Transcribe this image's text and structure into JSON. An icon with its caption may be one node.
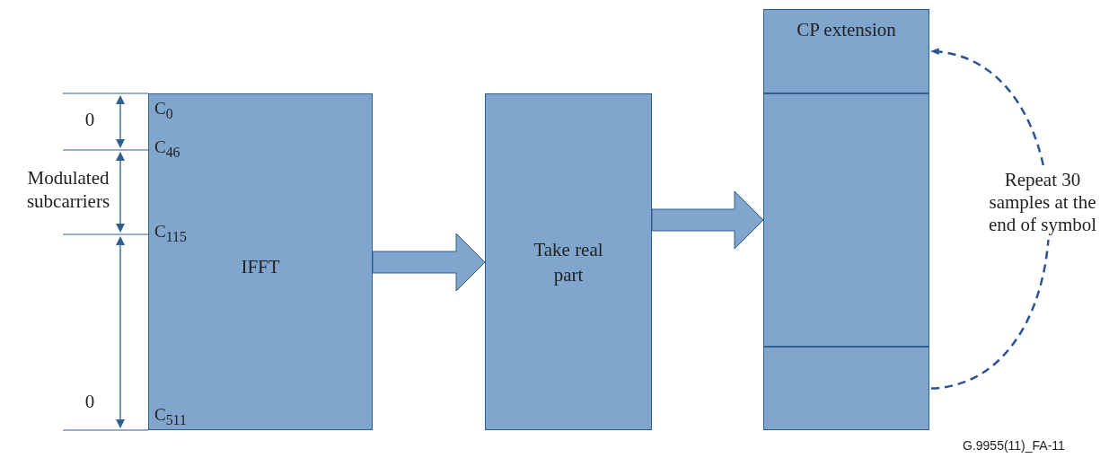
{
  "diagram": {
    "nodes": [
      {
        "text": [
          "IFFT"
        ]
      },
      {
        "text": [
          "Take real part"
        ]
      },
      {
        "text": [
          "CP extension"
        ]
      },
      {
        "text": [],
        "shape": "box"
      },
      {
        "text": [],
        "shape": "box"
      }
    ],
    "edges": [
      {
        "from": 0,
        "to": 1,
        "arrow": "to",
        "style": "thick"
      },
      {
        "from": 1,
        "to": 3,
        "arrow": "to",
        "style": "thick"
      },
      {
        "from": 4,
        "to": 2,
        "arrow": "to",
        "style": "dashed",
        "label": "Repeat 30 samples at the end of symbol"
      }
    ],
    "labels": [
      "0",
      "C$_{0}$",
      "C$_{46}$",
      "Modulated subcarriers",
      "C$_{115}$",
      "0",
      "C$_{511}$",
      "G.9955(11)_FA-11"
    ]
  }
}
